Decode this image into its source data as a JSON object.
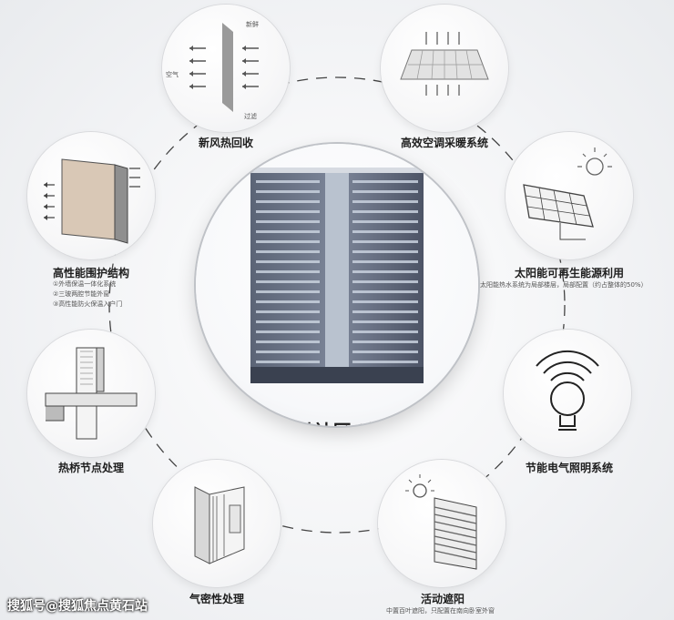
{
  "center": {
    "title": "世界顶科社区·玖海云天"
  },
  "features": [
    {
      "id": "fresh-air",
      "label": "新风热回收",
      "tags": [
        "新鲜",
        "空气",
        "过滤"
      ]
    },
    {
      "id": "hvac",
      "label": "高效空调采暖系统"
    },
    {
      "id": "solar",
      "label": "太阳能可再生能源利用",
      "note": "太阳能热水系统为局部楼层，局部配置（约占整体的50%）"
    },
    {
      "id": "lighting",
      "label": "节能电气照明系统"
    },
    {
      "id": "shading",
      "label": "活动遮阳",
      "note": "中置百叶遮阳，只配置在南向卧室外窗"
    },
    {
      "id": "airtight",
      "label": "气密性处理"
    },
    {
      "id": "thermal-bridge",
      "label": "热桥节点处理"
    },
    {
      "id": "envelope",
      "label": "高性能围护结构",
      "notes": [
        "①外墙保温一体化系统",
        "②三玻两腔节能外窗",
        "③高性能防火保温入户门"
      ]
    }
  ],
  "watermark": "搜狐号@搜狐焦点黄石站"
}
